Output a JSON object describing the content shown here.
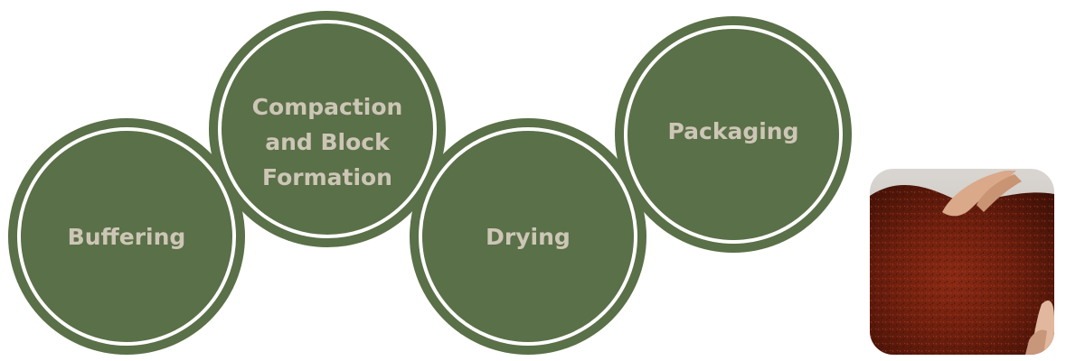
{
  "steps": [
    {
      "id": "buffering",
      "label": "Buffering"
    },
    {
      "id": "compaction",
      "label": "Compaction\nand Block\nFormation"
    },
    {
      "id": "drying",
      "label": "Drying"
    },
    {
      "id": "packaging",
      "label": "Packaging"
    }
  ],
  "colors": {
    "circle_fill": "#5a7048",
    "ring": "#ffffff",
    "label_text": "#cdc6b6"
  },
  "photo": {
    "subject": "coco-peat-in-hands-image"
  }
}
